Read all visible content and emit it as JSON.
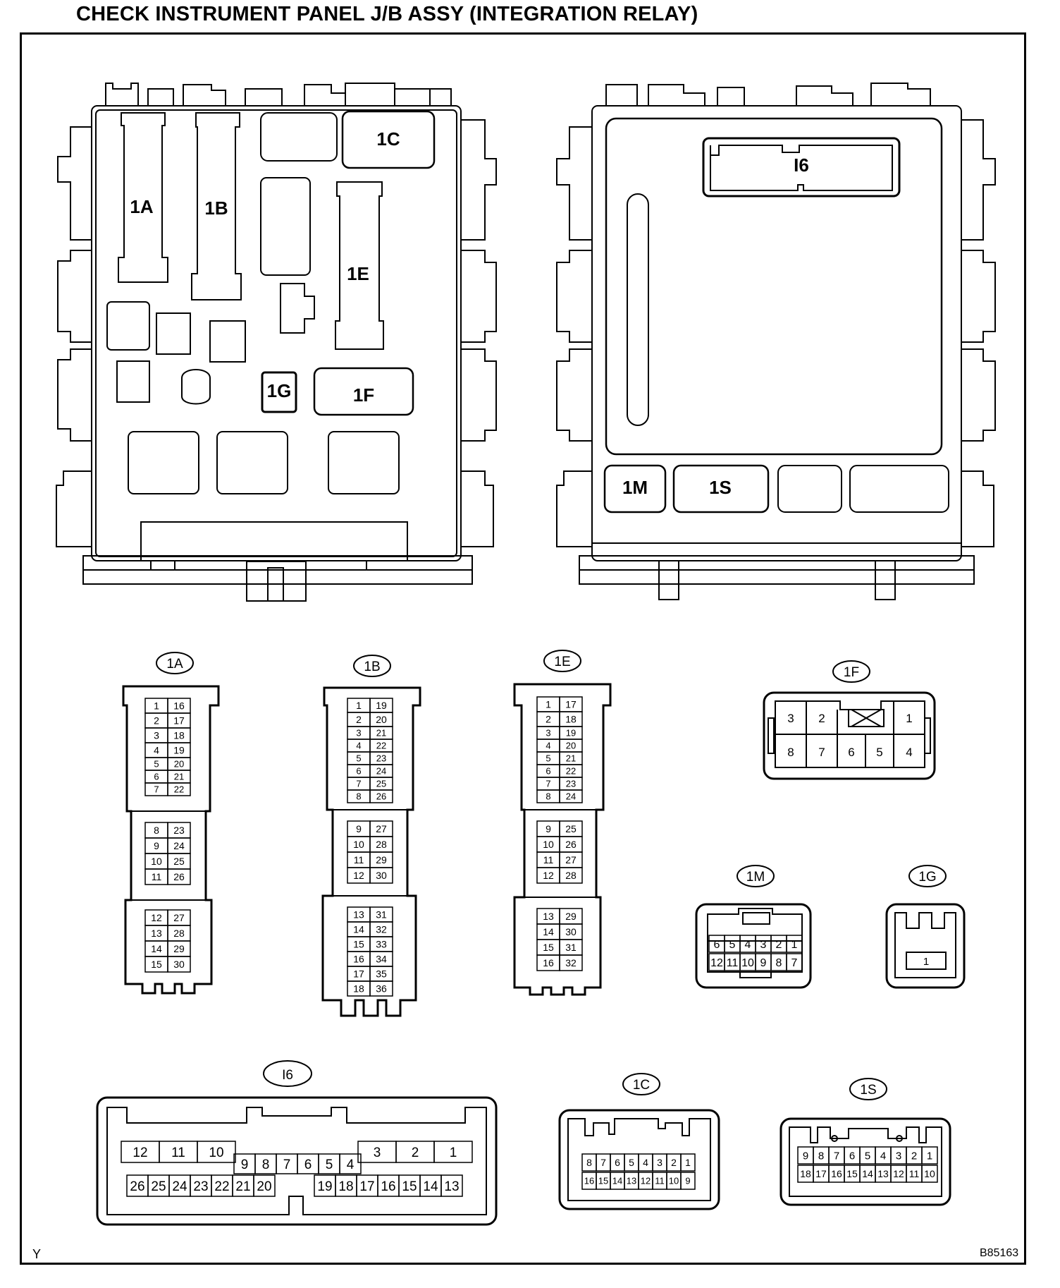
{
  "title": "CHECK INSTRUMENT PANEL J/B ASSY (INTEGRATION RELAY)",
  "corner_mark": "Y",
  "figure_code": "B85163",
  "front_view_labels": {
    "a": "1A",
    "b": "1B",
    "c": "1C",
    "e": "1E",
    "f": "1F",
    "g": "1G"
  },
  "rear_view_labels": {
    "i6": "I6",
    "m": "1M",
    "s": "1S"
  },
  "connector_names": {
    "a": "1A",
    "b": "1B",
    "e": "1E",
    "f": "1F",
    "m": "1M",
    "g": "1G",
    "i6": "I6",
    "c": "1C",
    "s": "1S"
  },
  "connector_1a": [
    [
      "1",
      "16"
    ],
    [
      "2",
      "17"
    ],
    [
      "3",
      "18"
    ],
    [
      "4",
      "19"
    ],
    [
      "5",
      "20"
    ],
    [
      "6",
      "21"
    ],
    [
      "7",
      "22"
    ],
    [
      "8",
      "23"
    ],
    [
      "9",
      "24"
    ],
    [
      "10",
      "25"
    ],
    [
      "11",
      "26"
    ],
    [
      "12",
      "27"
    ],
    [
      "13",
      "28"
    ],
    [
      "14",
      "29"
    ],
    [
      "15",
      "30"
    ]
  ],
  "connector_1b": [
    [
      "1",
      "19"
    ],
    [
      "2",
      "20"
    ],
    [
      "3",
      "21"
    ],
    [
      "4",
      "22"
    ],
    [
      "5",
      "23"
    ],
    [
      "6",
      "24"
    ],
    [
      "7",
      "25"
    ],
    [
      "8",
      "26"
    ],
    [
      "9",
      "27"
    ],
    [
      "10",
      "28"
    ],
    [
      "11",
      "29"
    ],
    [
      "12",
      "30"
    ],
    [
      "13",
      "31"
    ],
    [
      "14",
      "32"
    ],
    [
      "15",
      "33"
    ],
    [
      "16",
      "34"
    ],
    [
      "17",
      "35"
    ],
    [
      "18",
      "36"
    ]
  ],
  "connector_1e": [
    [
      "1",
      "17"
    ],
    [
      "2",
      "18"
    ],
    [
      "3",
      "19"
    ],
    [
      "4",
      "20"
    ],
    [
      "5",
      "21"
    ],
    [
      "6",
      "22"
    ],
    [
      "7",
      "23"
    ],
    [
      "8",
      "24"
    ],
    [
      "9",
      "25"
    ],
    [
      "10",
      "26"
    ],
    [
      "11",
      "27"
    ],
    [
      "12",
      "28"
    ],
    [
      "13",
      "29"
    ],
    [
      "14",
      "30"
    ],
    [
      "15",
      "31"
    ],
    [
      "16",
      "32"
    ]
  ],
  "connector_1f": {
    "top": [
      "3",
      "2",
      "1"
    ],
    "bottom": [
      "8",
      "7",
      "6",
      "5",
      "4"
    ]
  },
  "connector_1m": {
    "top": [
      "6",
      "5",
      "4",
      "3",
      "2",
      "1"
    ],
    "bottom": [
      "12",
      "11",
      "10",
      "9",
      "8",
      "7"
    ]
  },
  "connector_1g": [
    "1"
  ],
  "connector_i6": {
    "top_left": [
      "12",
      "11",
      "10"
    ],
    "middle": [
      "9",
      "8",
      "7",
      "6",
      "5",
      "4"
    ],
    "top_right": [
      "3",
      "2",
      "1"
    ],
    "bottom_left": [
      "26",
      "25",
      "24",
      "23",
      "22",
      "21",
      "20"
    ],
    "bottom_right": [
      "19",
      "18",
      "17",
      "16",
      "15",
      "14",
      "13"
    ]
  },
  "connector_1c": {
    "top": [
      "8",
      "7",
      "6",
      "5",
      "4",
      "3",
      "2",
      "1"
    ],
    "bottom": [
      "16",
      "15",
      "14",
      "13",
      "12",
      "11",
      "10",
      "9"
    ]
  },
  "connector_1s": {
    "top": [
      "9",
      "8",
      "7",
      "6",
      "5",
      "4",
      "3",
      "2",
      "1"
    ],
    "bottom": [
      "18",
      "17",
      "16",
      "15",
      "14",
      "13",
      "12",
      "11",
      "10"
    ]
  }
}
